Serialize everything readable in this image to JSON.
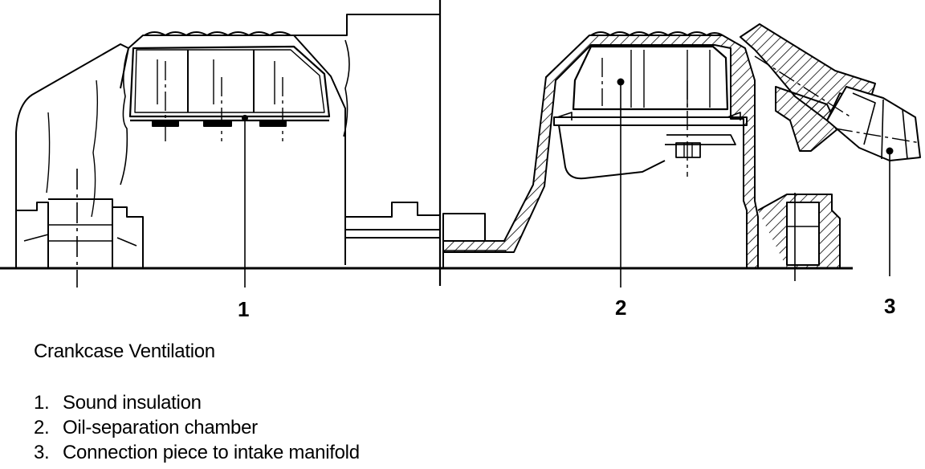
{
  "callouts": [
    {
      "id": "1",
      "label": "1"
    },
    {
      "id": "2",
      "label": "2"
    },
    {
      "id": "3",
      "label": "3"
    }
  ],
  "caption": {
    "title": "Crankcase Ventilation",
    "items": [
      {
        "number": "1.",
        "text": "Sound insulation"
      },
      {
        "number": "2.",
        "text": "Oil-separation chamber"
      },
      {
        "number": "3.",
        "text": "Connection piece to intake manifold"
      }
    ]
  },
  "colors": {
    "line": "#000000",
    "background": "#ffffff"
  }
}
